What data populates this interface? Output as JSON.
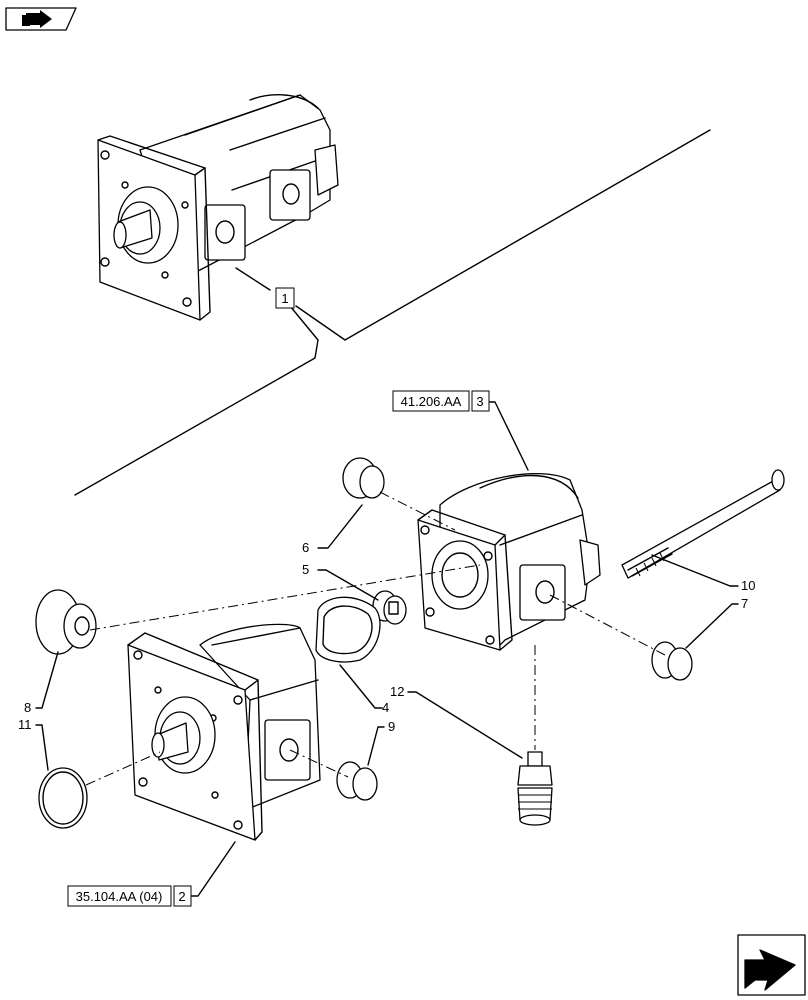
{
  "callouts": {
    "c1": "1",
    "c2": "2",
    "c3": "3",
    "c4": "4",
    "c5": "5",
    "c6": "6",
    "c7": "7",
    "c8": "8",
    "c9": "9",
    "c10": "10",
    "c11": "11",
    "c12": "12"
  },
  "refs": {
    "ref_41": "41.206.AA",
    "ref_35": "35.104.AA (04)"
  },
  "icons": {
    "top_left": "book-arrow-icon",
    "bottom_right": "next-page-arrow-icon"
  }
}
